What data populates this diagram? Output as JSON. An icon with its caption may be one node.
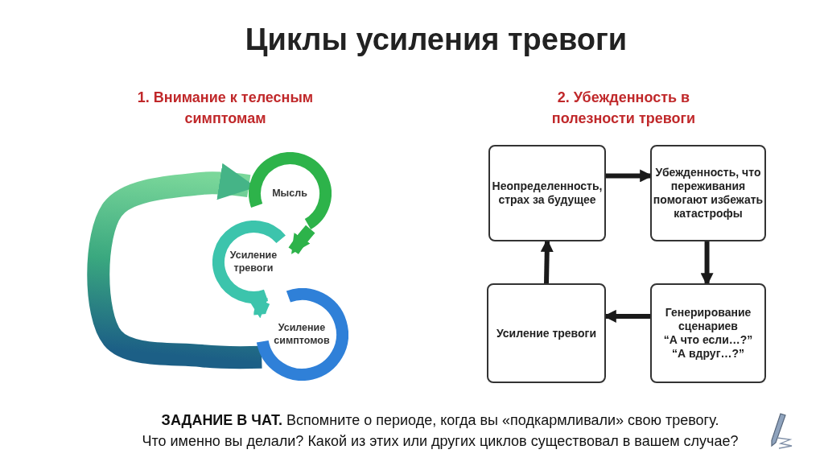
{
  "diagram": {
    "title": "Циклы усиления тревоги",
    "nodes": [
      {
        "text": [
          "Мысль"
        ]
      },
      {
        "text": [
          "Усиление тревоги"
        ]
      },
      {
        "text": [
          "Усиление симптомов"
        ]
      },
      {
        "text": [
          "Неопределенность, страх за будущее"
        ]
      },
      {
        "text": [
          "Убежденность, что переживания помогают избежать катастрофы"
        ]
      },
      {
        "text": [
          "Усиление тревоги"
        ]
      },
      {
        "text": [
          "Генерирование сценариев",
          "“А что если…?”",
          "“А вдруг…?”"
        ]
      }
    ],
    "edges": [
      {
        "from": 0,
        "to": 1,
        "arrow": "to",
        "style": "thick",
        "color": "#2db34a"
      },
      {
        "from": 1,
        "to": 2,
        "arrow": "to",
        "style": "thick",
        "color": "#3cc4ac"
      },
      {
        "from": 2,
        "to": 0,
        "arrow": "to",
        "style": "thick",
        "color": "#45b487"
      },
      {
        "from": 3,
        "to": 4,
        "arrow": "to"
      },
      {
        "from": 4,
        "to": 6,
        "arrow": "to"
      },
      {
        "from": 6,
        "to": 5,
        "arrow": "to"
      },
      {
        "from": 5,
        "to": 3,
        "arrow": "to"
      }
    ],
    "labels": [
      "1. Внимание к телесным симптомам",
      "2. Убежденность в полезности тревоги",
      "**ЗАДАНИЕ В ЧАТ.** Вспомните о периоде, когда вы «подкармливали» свою тревогу.",
      "Что именно вы делали? Какой из этих или других циклов существовал в вашем случае?"
    ]
  }
}
